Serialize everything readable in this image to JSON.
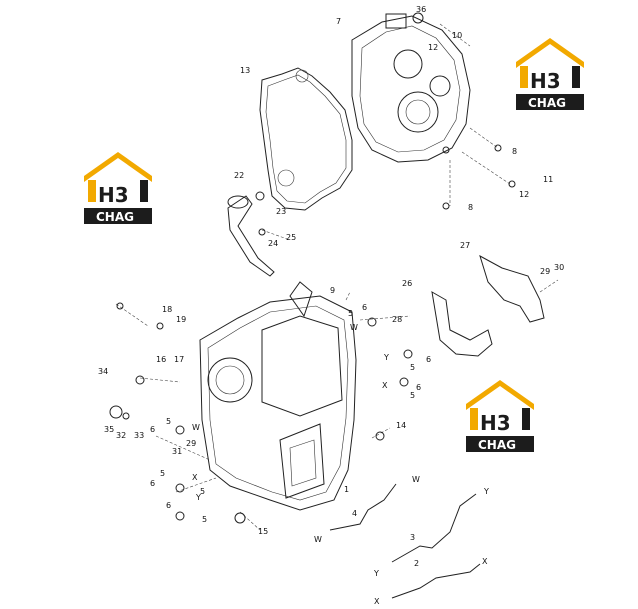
{
  "logo": {
    "mark": "H3",
    "word": "CHAG",
    "accent": "#f2a900",
    "dark": "#1c1c1c"
  },
  "callouts": [
    "1",
    "2",
    "3",
    "4",
    "5",
    "6",
    "7",
    "8",
    "9",
    "10",
    "11",
    "12",
    "13",
    "14",
    "15",
    "16",
    "17",
    "18",
    "19",
    "22",
    "23",
    "24",
    "25",
    "26",
    "27",
    "28",
    "29",
    "30",
    "31",
    "32",
    "33",
    "34",
    "35",
    "36"
  ],
  "ports": {
    "w": "W",
    "x": "X",
    "y": "Y"
  }
}
